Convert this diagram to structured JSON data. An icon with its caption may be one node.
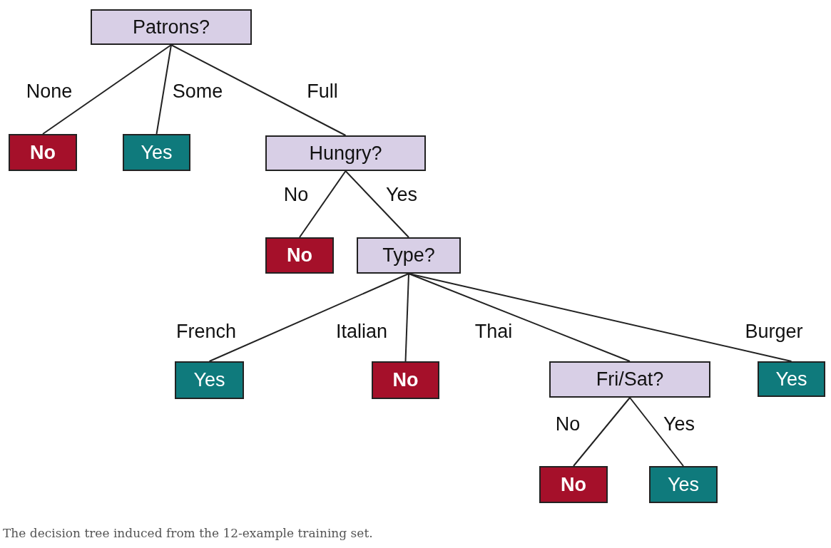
{
  "diagram": {
    "caption": "The decision tree induced from the 12-example training set.",
    "nodes": [
      {
        "text": [
          "Patrons?"
        ]
      },
      {
        "text": [
          "No"
        ]
      },
      {
        "text": [
          "Yes"
        ]
      },
      {
        "text": [
          "Hungry?"
        ]
      },
      {
        "text": [
          "No"
        ]
      },
      {
        "text": [
          "Type?"
        ]
      },
      {
        "text": [
          "Yes"
        ]
      },
      {
        "text": [
          "No"
        ]
      },
      {
        "text": [
          "Fri/Sat?"
        ]
      },
      {
        "text": [
          "Yes"
        ]
      },
      {
        "text": [
          "No"
        ]
      },
      {
        "text": [
          "Yes"
        ]
      }
    ],
    "edges": [
      {
        "from": 0,
        "to": 1,
        "arrow": "none",
        "label": "None"
      },
      {
        "from": 0,
        "to": 2,
        "arrow": "none",
        "label": "Some"
      },
      {
        "from": 0,
        "to": 3,
        "arrow": "none",
        "label": "Full"
      },
      {
        "from": 3,
        "to": 4,
        "arrow": "none",
        "label": "No"
      },
      {
        "from": 3,
        "to": 5,
        "arrow": "none",
        "label": "Yes"
      },
      {
        "from": 5,
        "to": 6,
        "arrow": "none",
        "label": "French"
      },
      {
        "from": 5,
        "to": 7,
        "arrow": "none",
        "label": "Italian"
      },
      {
        "from": 5,
        "to": 8,
        "arrow": "none",
        "label": "Thai"
      },
      {
        "from": 5,
        "to": 9,
        "arrow": "none",
        "label": "Burger"
      },
      {
        "from": 8,
        "to": 10,
        "arrow": "none",
        "label": "No"
      },
      {
        "from": 8,
        "to": 11,
        "arrow": "none",
        "label": "Yes"
      }
    ]
  }
}
